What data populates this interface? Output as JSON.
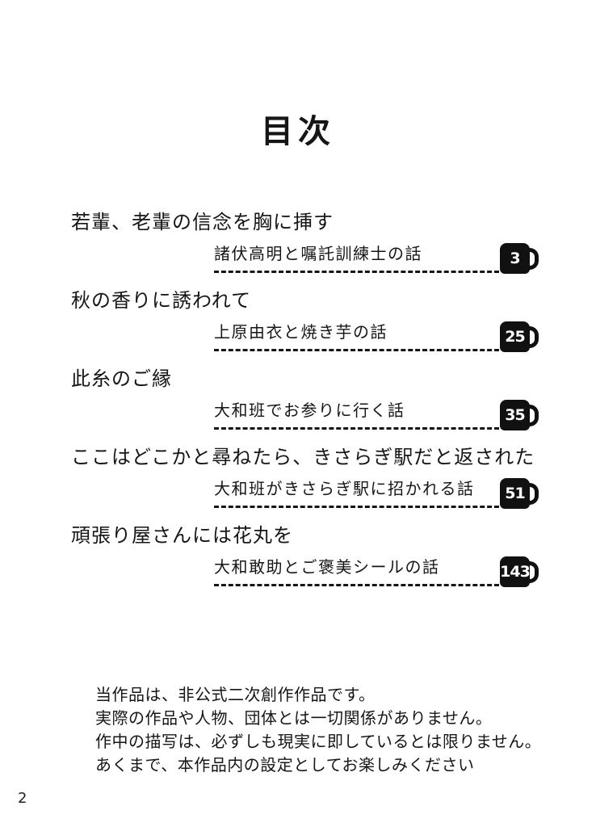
{
  "page": {
    "title": "目次",
    "page_number": "2"
  },
  "colors": {
    "ink": "#161616",
    "badge_bg": "#111111",
    "badge_text": "#ffffff",
    "background": "#ffffff"
  },
  "icons": {
    "page_marker": "mug-icon"
  },
  "entries": [
    {
      "title": "若輩、老輩の信念を胸に挿す",
      "subtitle": "諸伏高明と嘱託訓練士の話",
      "page": "3"
    },
    {
      "title": "秋の香りに誘われて",
      "subtitle": "上原由衣と焼き芋の話",
      "page": "25"
    },
    {
      "title": "此糸のご縁",
      "subtitle": "大和班でお参りに行く話",
      "page": "35"
    },
    {
      "title": "ここはどこかと尋ねたら、きさらぎ駅だと返された",
      "subtitle": "大和班がきさらぎ駅に招かれる話",
      "page": "51"
    },
    {
      "title": "頑張り屋さんには花丸を",
      "subtitle": "大和敢助とご褒美シールの話",
      "page": "143"
    }
  ],
  "disclaimer": {
    "lines": [
      "当作品は、非公式二次創作作品です。",
      "実際の作品や人物、団体とは一切関係がありません。",
      "作中の描写は、必ずしも現実に即しているとは限りません。",
      "あくまで、本作品内の設定としてお楽しみください"
    ]
  }
}
